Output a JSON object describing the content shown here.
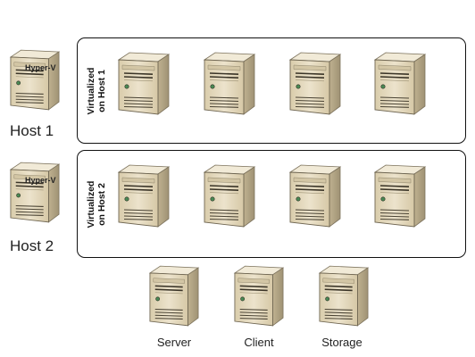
{
  "hosts": [
    {
      "label": "Host 1",
      "badge": "Hyper-V",
      "panel_label_line1": "Virtualized",
      "panel_label_line2": "on Host 1",
      "vm_count": 4
    },
    {
      "label": "Host 2",
      "badge": "Hyper-V",
      "panel_label_line1": "Virtualized",
      "panel_label_line2": "on Host 2",
      "vm_count": 4
    }
  ],
  "physical_machines": [
    {
      "label": "Server"
    },
    {
      "label": "Client"
    },
    {
      "label": "Storage"
    }
  ],
  "colors": {
    "case_front": "#e7dcc1",
    "case_side": "#b6a887",
    "case_top": "#f3ecd9",
    "panel_border": "#111111"
  },
  "icons": [
    "server-tower-icon"
  ]
}
